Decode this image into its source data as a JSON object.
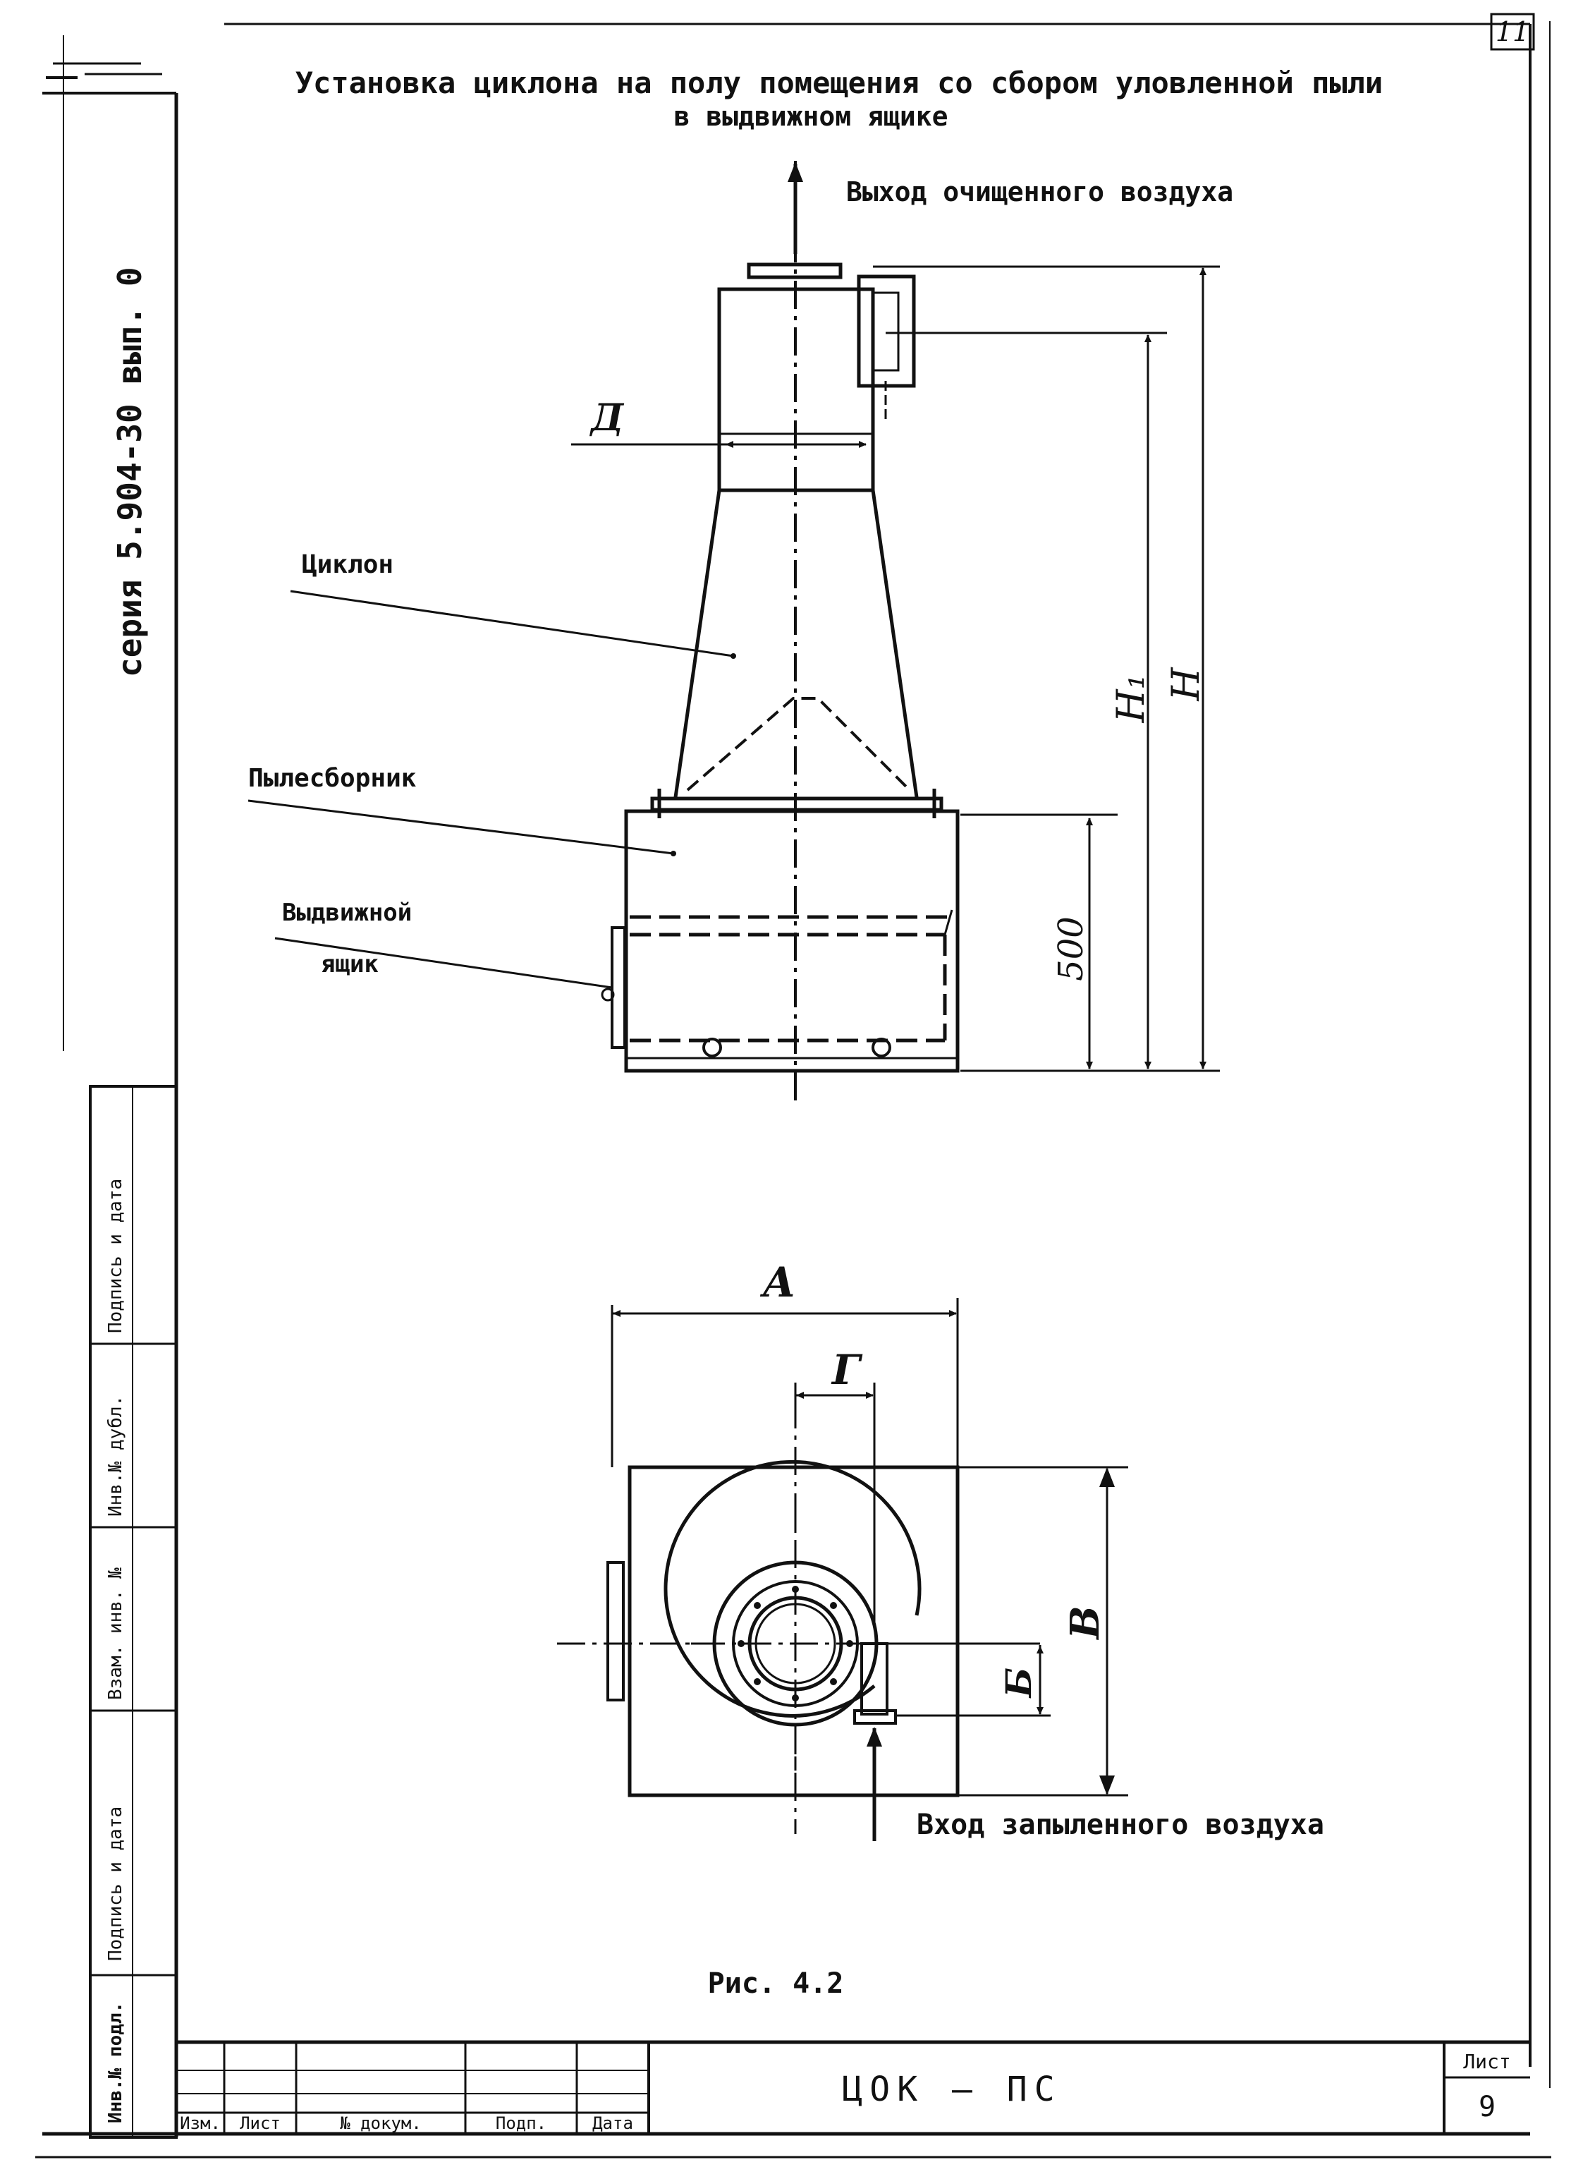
{
  "sheet_corner_number": "11",
  "title_line1": "Установка циклона на полу помещения со сбором уловленной пыли",
  "title_line2": "в выдвижном ящике",
  "series_label": "серия 5.904-30 вып. 0",
  "side_stamp": {
    "cells": [
      "Инв.№ подл.",
      "Подпись и дата",
      "Взам. инв. №",
      "Инв.№ дубл.",
      "Подпись и дата"
    ]
  },
  "elevation": {
    "outlet_label": "Выход очищенного воздуха",
    "cyclone_label": "Циклон",
    "dust_collector_label": "Пылесборник",
    "drawer_label_line1": "Выдвижной",
    "drawer_label_line2": "ящик",
    "dim_D": "Д",
    "dim_H1": "H₁",
    "dim_H": "H",
    "dim_500": "500"
  },
  "plan": {
    "dim_A": "А",
    "dim_G": "Г",
    "dim_V": "В",
    "dim_B": "Б",
    "inlet_label": "Вход запыленного воздуха"
  },
  "figure_caption": "Рис. 4.2",
  "title_block": {
    "headers": [
      "Изм.",
      "Лист",
      "№ докум.",
      "Подп.",
      "Дата"
    ],
    "designation": "ЦОК – ПС",
    "sheet_label": "Лист",
    "sheet_number": "9"
  },
  "colors": {
    "ink": "#111111",
    "paper": "#ffffff"
  }
}
